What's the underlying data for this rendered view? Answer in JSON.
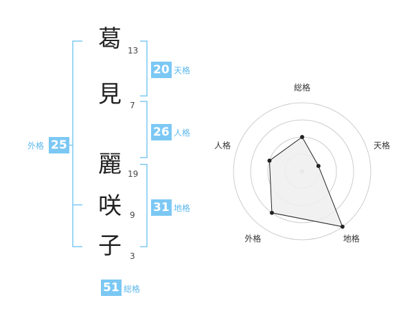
{
  "name": {
    "chars": [
      {
        "char": "葛",
        "strokes": "13"
      },
      {
        "char": "見",
        "strokes": "7"
      },
      {
        "char": "麗",
        "strokes": "19"
      },
      {
        "char": "咲",
        "strokes": "9"
      },
      {
        "char": "子",
        "strokes": "3"
      }
    ]
  },
  "kaku": {
    "tenkaku": {
      "value": "20",
      "label": "天格"
    },
    "jinkaku": {
      "value": "26",
      "label": "人格"
    },
    "chikaku": {
      "value": "31",
      "label": "地格"
    },
    "gaikaku": {
      "value": "25",
      "label": "外格"
    },
    "soukaku": {
      "value": "51",
      "label": "総格"
    }
  },
  "colors": {
    "accent": "#7cc8f4",
    "bracket": "#7cc8f4",
    "label": "#5cb8ec"
  },
  "chart_data": {
    "type": "radar",
    "axes": [
      "総格",
      "天格",
      "地格",
      "外格",
      "人格"
    ],
    "values": [
      0.5,
      0.25,
      1.0,
      0.75,
      0.5
    ],
    "rings": 4,
    "max": 1.0
  }
}
